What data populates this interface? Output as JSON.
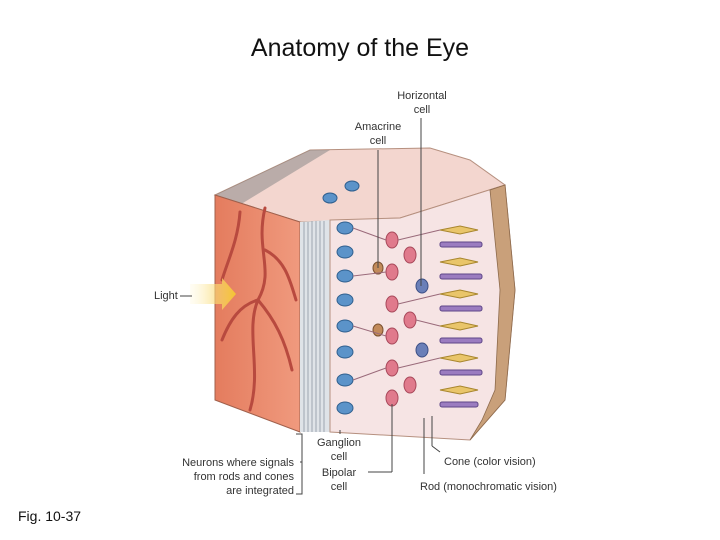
{
  "title": "Anatomy of the Eye",
  "figure_label": "Fig. 10-37",
  "labels": {
    "horizontal_cell": [
      "Horizontal",
      "cell"
    ],
    "amacrine_cell": [
      "Amacrine",
      "cell"
    ],
    "light": "Light",
    "neurons": [
      "Neurons where signals",
      "from rods and cones",
      "are integrated"
    ],
    "ganglion_cell": [
      "Ganglion",
      "cell"
    ],
    "bipolar_cell": [
      "Bipolar",
      "cell"
    ],
    "cone": "Cone (color vision)",
    "rod": "Rod (monochromatic vision)"
  },
  "colors": {
    "tissue": "#e8866a",
    "vessel": "#b84a3f",
    "fiber": "#d9dde2",
    "ganglion": "#5b93c9",
    "bipolar": "#e07a8c",
    "horizontal": "#6a7fb8",
    "cone": "#e9c56a",
    "rod": "#9b7cc0",
    "epithelium": "#c9a07a",
    "light_arrow": "#f4c430"
  }
}
